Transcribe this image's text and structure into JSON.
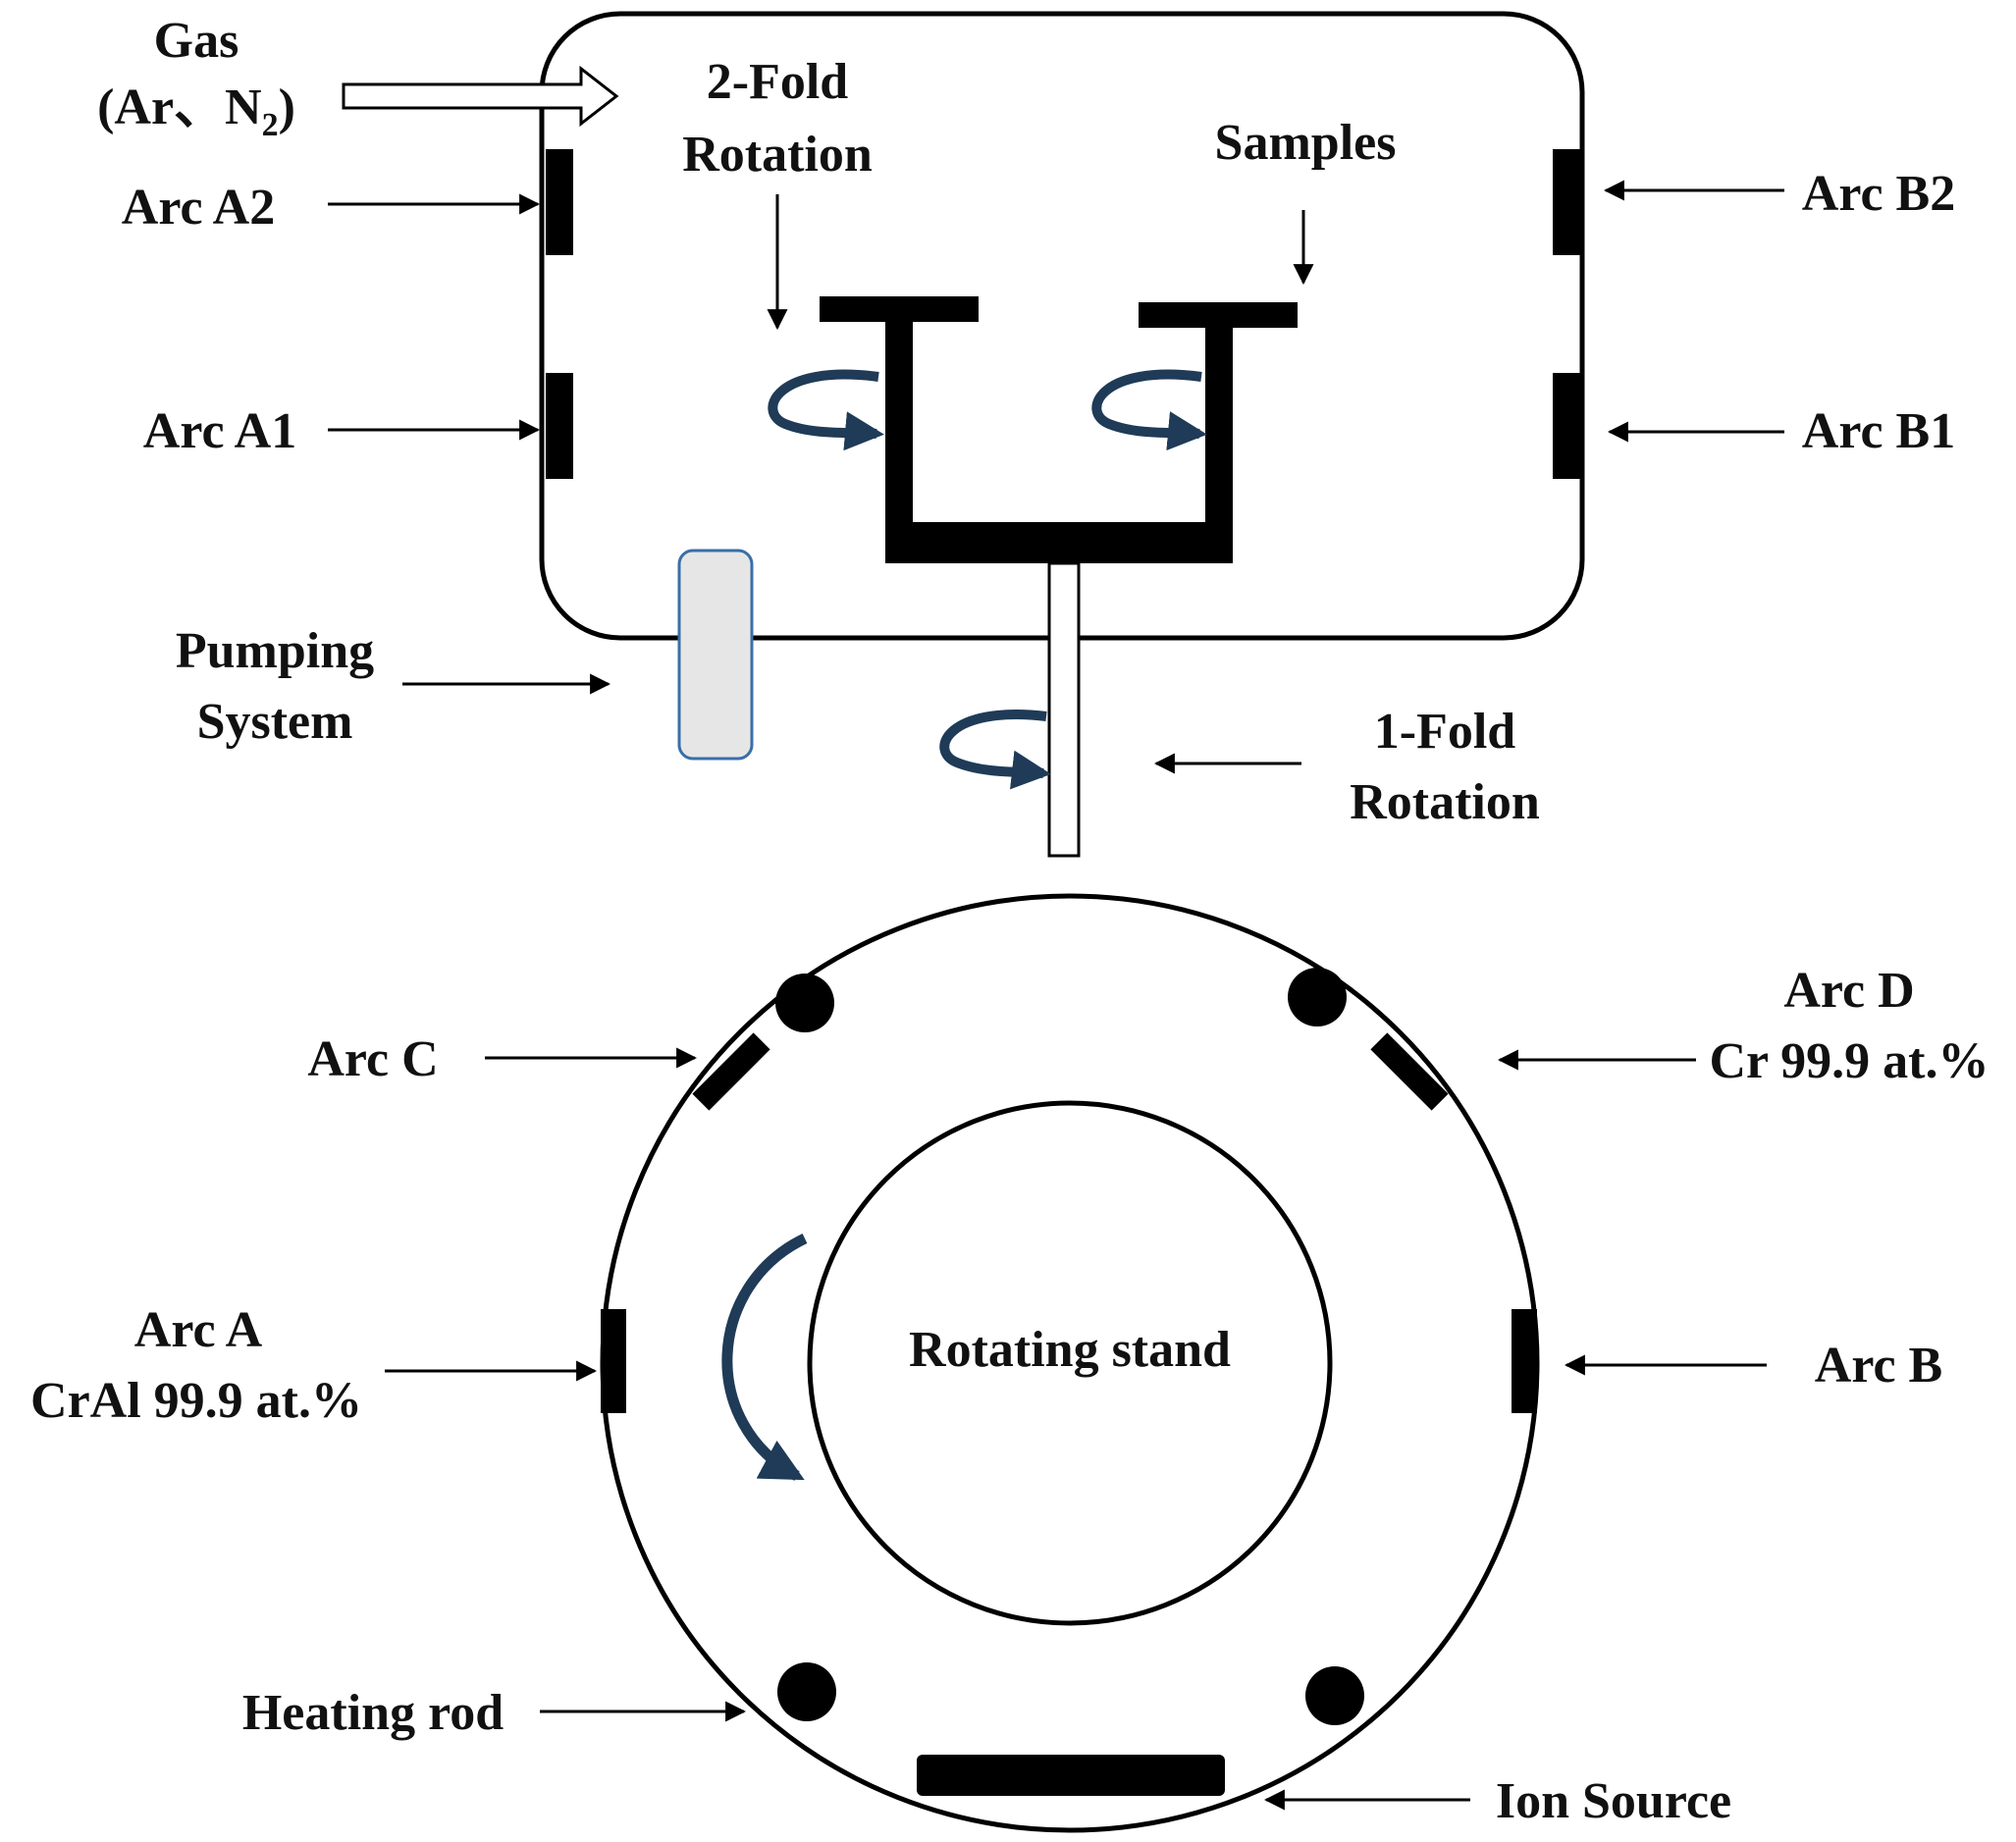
{
  "labels": {
    "gas": "Gas",
    "gas_species_open": "(Ar、N",
    "gas_species_sub": "2",
    "gas_species_close": ")",
    "two_fold_line1": "2-Fold",
    "two_fold_line2": "Rotation",
    "samples": "Samples",
    "arc_a2": "Arc A2",
    "arc_a1": "Arc A1",
    "arc_b2": "Arc B2",
    "arc_b1": "Arc B1",
    "pumping_line1": "Pumping",
    "pumping_line2": "System",
    "one_fold_line1": "1-Fold",
    "one_fold_line2": "Rotation",
    "arc_c": "Arc C",
    "arc_d_line1": "Arc D",
    "arc_d_line2": "Cr 99.9 at.%",
    "arc_a_line1": "Arc A",
    "arc_a_line2": "CrAl 99.9 at.%",
    "arc_b": "Arc B",
    "rotating_stand": "Rotating stand",
    "heating_rod": "Heating rod",
    "ion_source": "Ion Source"
  },
  "colors": {
    "line": "#000000",
    "text": "#111111",
    "pump_fill": "#e6e6e6",
    "pump_stroke": "#3a6fa8",
    "rotation_arrow": "#1f3b57"
  }
}
